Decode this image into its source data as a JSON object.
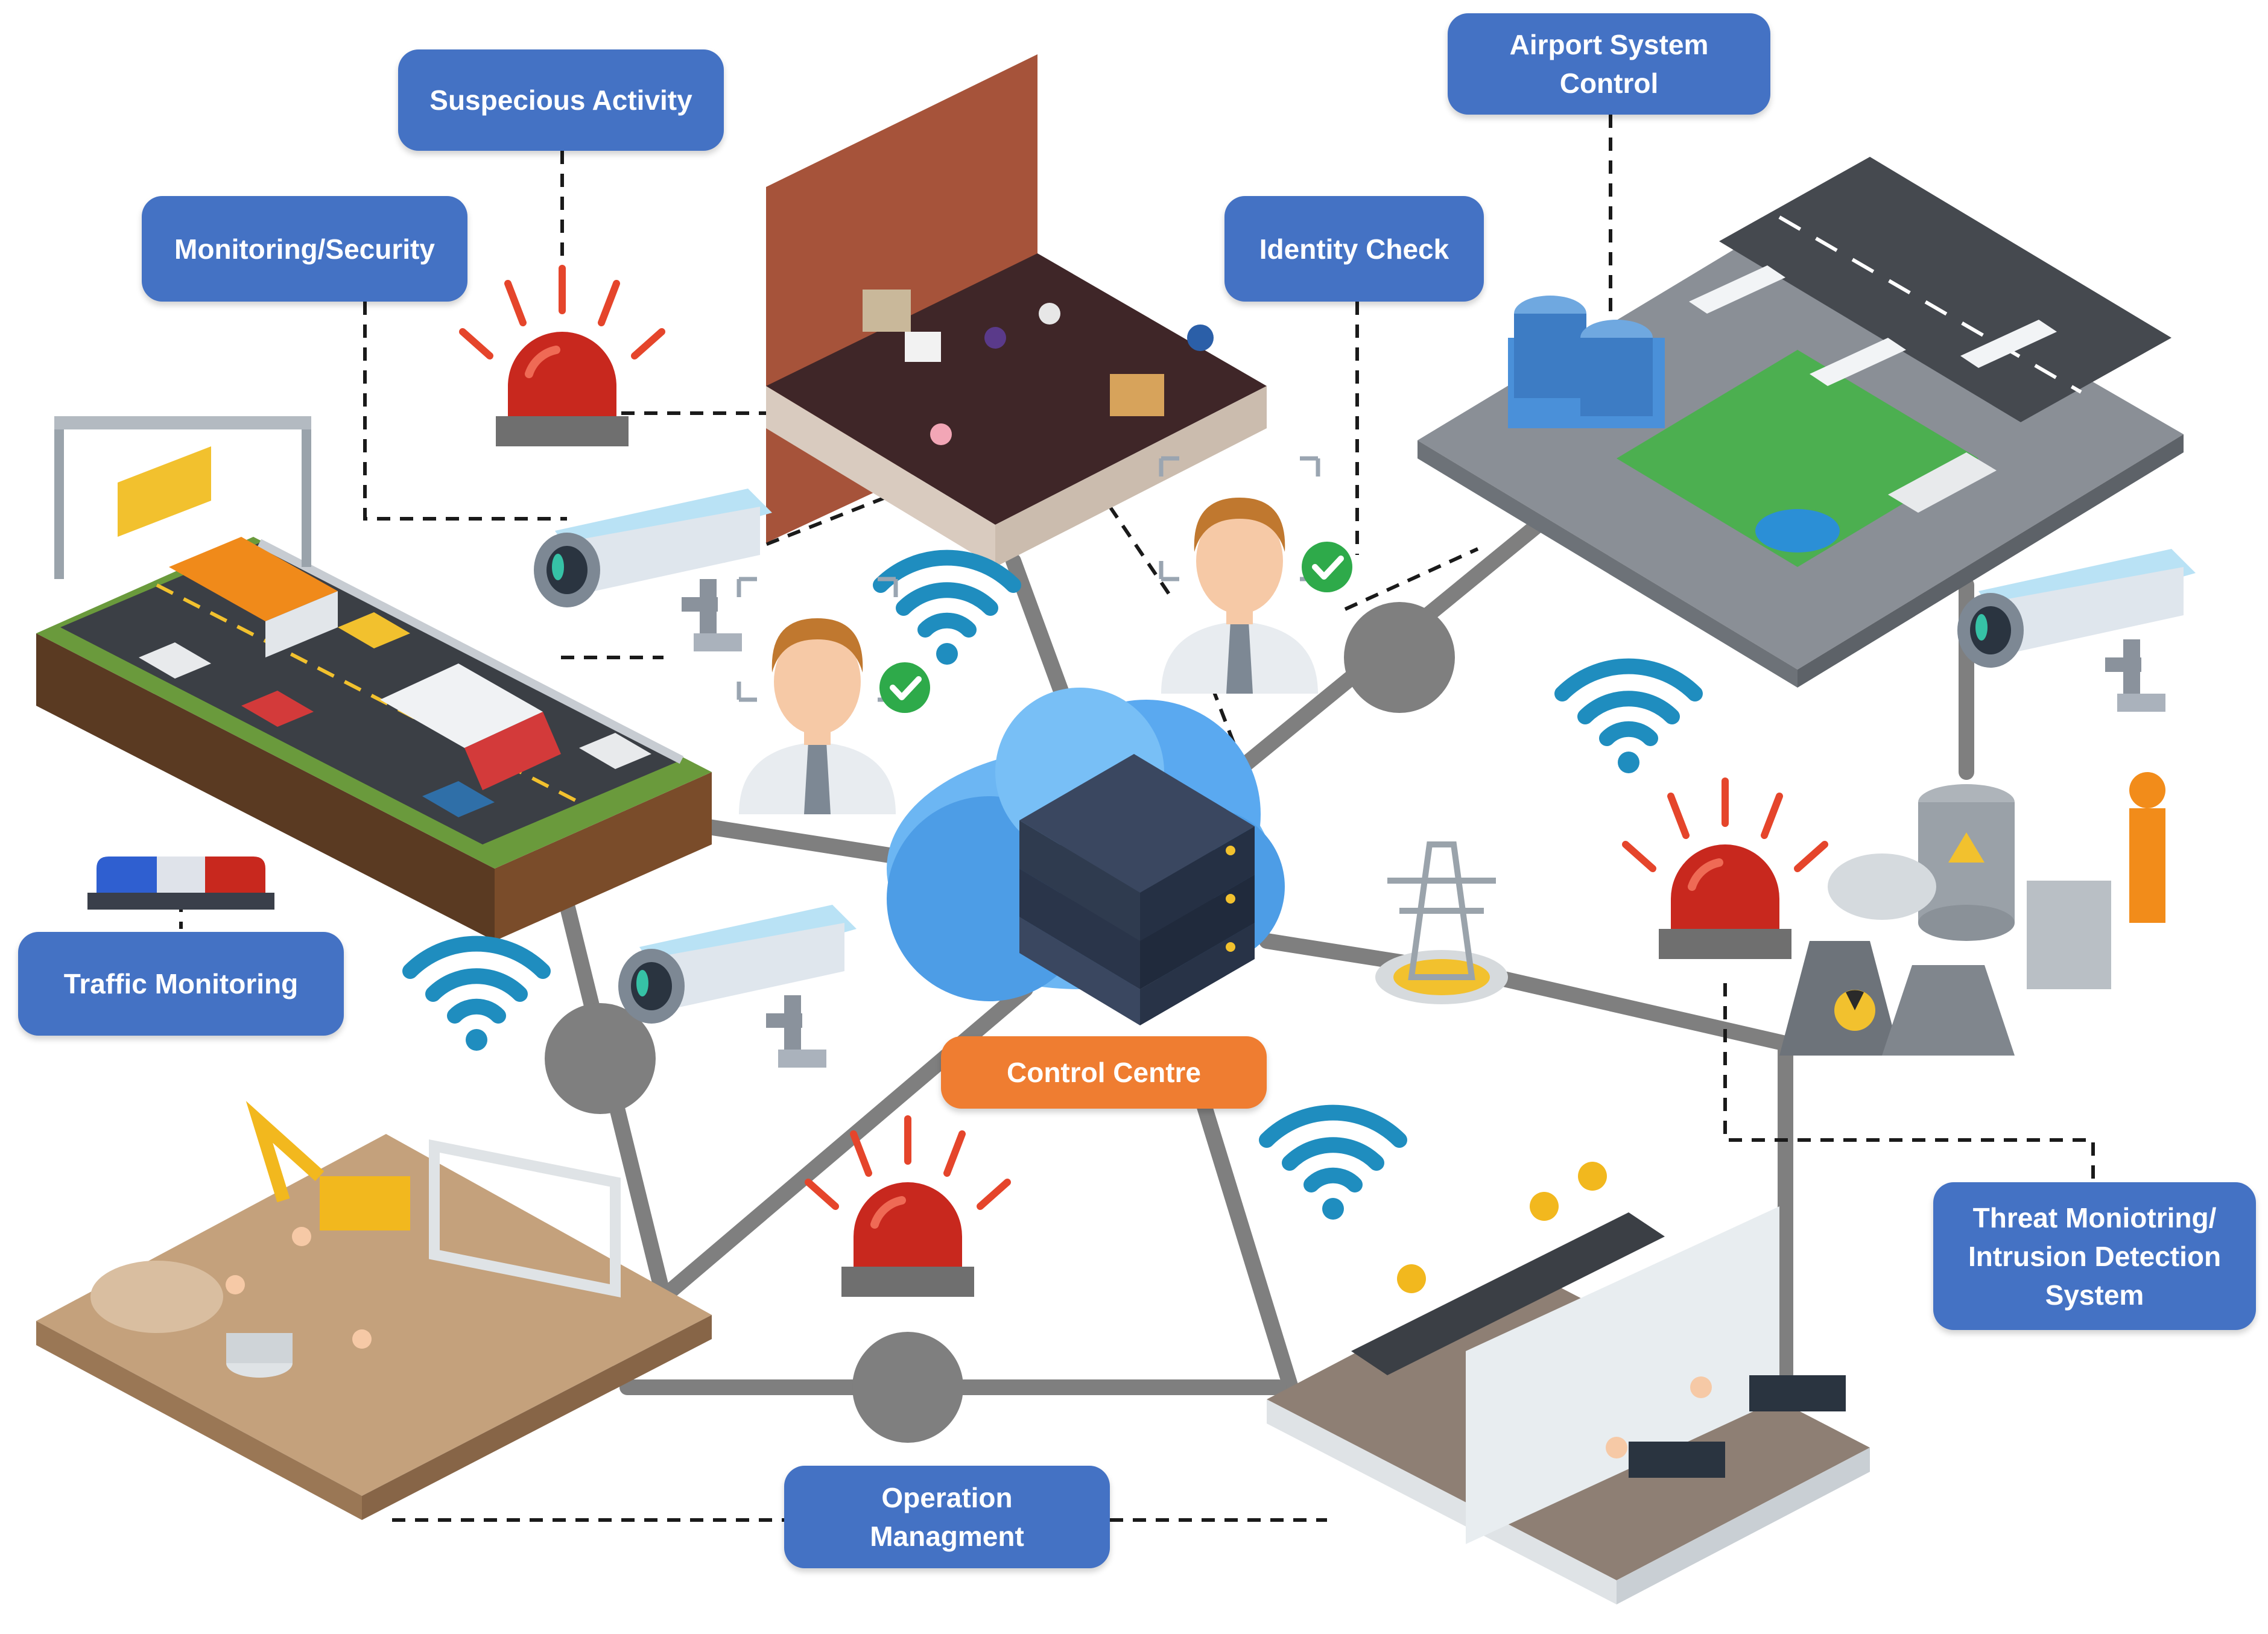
{
  "labels": {
    "suspicious": "Suspecious Activity",
    "monitoring": "Monitoring/Security",
    "identity": "Identity Check",
    "airport": "Airport System\nControl",
    "traffic": "Traffic Monitoring",
    "control": "Control Centre",
    "threat": "Threat Moniotring/\nIntrusion Detection\nSystem",
    "operation": "Operation\nManagment"
  },
  "icons": {
    "cloud": "cloud-icon",
    "server": "server-stack-icon",
    "wifi": "wifi-icon",
    "camera": "cctv-camera-icon",
    "alarm": "alarm-siren-icon",
    "person": "verified-person-icon",
    "tower": "power-tower-icon",
    "hub": "network-hub-icon"
  },
  "colors": {
    "label_blue": "#4472c4",
    "label_orange": "#ef7d31",
    "link_gray": "#7f7f7f",
    "wifi_blue": "#1f8dbf",
    "alarm_red": "#c8281e",
    "cloud_blue": "#5aa9f0"
  }
}
